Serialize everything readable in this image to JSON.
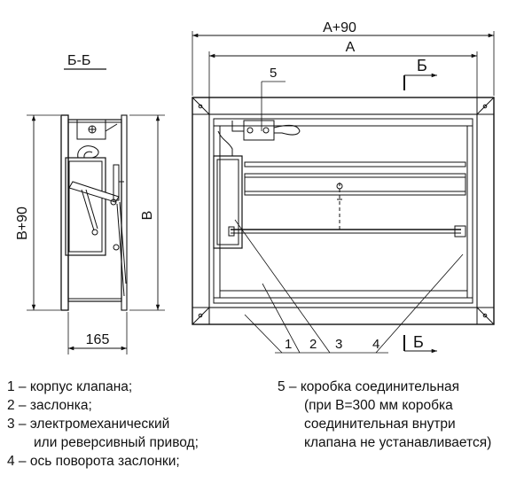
{
  "drawing": {
    "section_label": "Б-Б",
    "dim_width_total": "A+90",
    "dim_width": "A",
    "dim_height_total": "B+90",
    "dim_height": "B",
    "dim_depth": "165",
    "section_mark": "Б",
    "callouts": [
      "1",
      "2",
      "3",
      "4",
      "5"
    ]
  },
  "legend_left": [
    "1 – корпус клапана;",
    "2 – заслонка;",
    "3 – электромеханический",
    "или реверсивный привод;",
    "4 – ось поворота заслонки;"
  ],
  "legend_right": [
    "5 – коробка соединительная",
    "(при B=300 мм коробка",
    "соединительная внутри",
    "клапана не устанавливается)"
  ]
}
